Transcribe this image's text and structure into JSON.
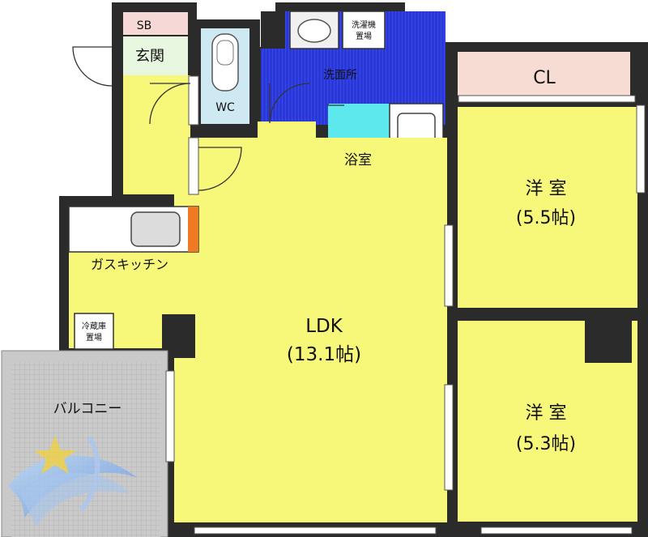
{
  "rooms": {
    "sb": "SB",
    "genkan": "玄関",
    "wc": "WC",
    "washroom": "洗面所",
    "washer_line1": "洗濯機",
    "washer_line2": "置場",
    "closet": "CL",
    "bath": "浴室",
    "western1_name": "洋 室",
    "western1_size": "(5.5帖)",
    "kitchen": "ガスキッチン",
    "fridge_line1": "冷蔵庫",
    "fridge_line2": "置場",
    "ldk_name": "LDK",
    "ldk_size": "(13.1帖)",
    "western2_name": "洋 室",
    "western2_size": "(5.3帖)",
    "balcony": "バルコニー"
  },
  "colors": {
    "wall": "#2b2b2b",
    "floor_yellow": "#f7f77a",
    "washroom_blue": "#2a37d8",
    "bath_cyan": "#5de8ee",
    "wc_blue": "#cfe9f2",
    "closet_pink": "#f7dcd3",
    "balcony_gray": "#c9c9c9",
    "sb_pink": "#f6d9d6",
    "range_orange": "#f07a22"
  },
  "icons": {
    "logo": "star-logo-icon"
  }
}
